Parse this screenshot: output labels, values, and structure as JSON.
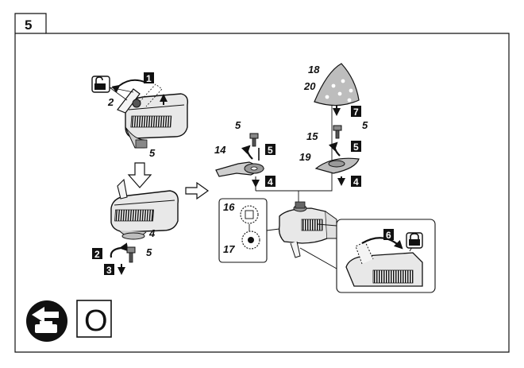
{
  "figure": {
    "number": "5"
  },
  "labels": {
    "screw": "5",
    "adapter_flange": "4",
    "blade": "14",
    "sanding_base": "15",
    "flange_16": "16",
    "flange_17": "17",
    "sanding_sheet": "18",
    "hook_loop": "19",
    "dust_holes": "20",
    "part_2": "2"
  },
  "steps": [
    "1",
    "2",
    "3",
    "4",
    "5",
    "6",
    "7"
  ],
  "bottom_symbol": {
    "text": "O"
  },
  "icons": [
    "unlock-icon",
    "lock-icon",
    "battery-remove-icon"
  ]
}
